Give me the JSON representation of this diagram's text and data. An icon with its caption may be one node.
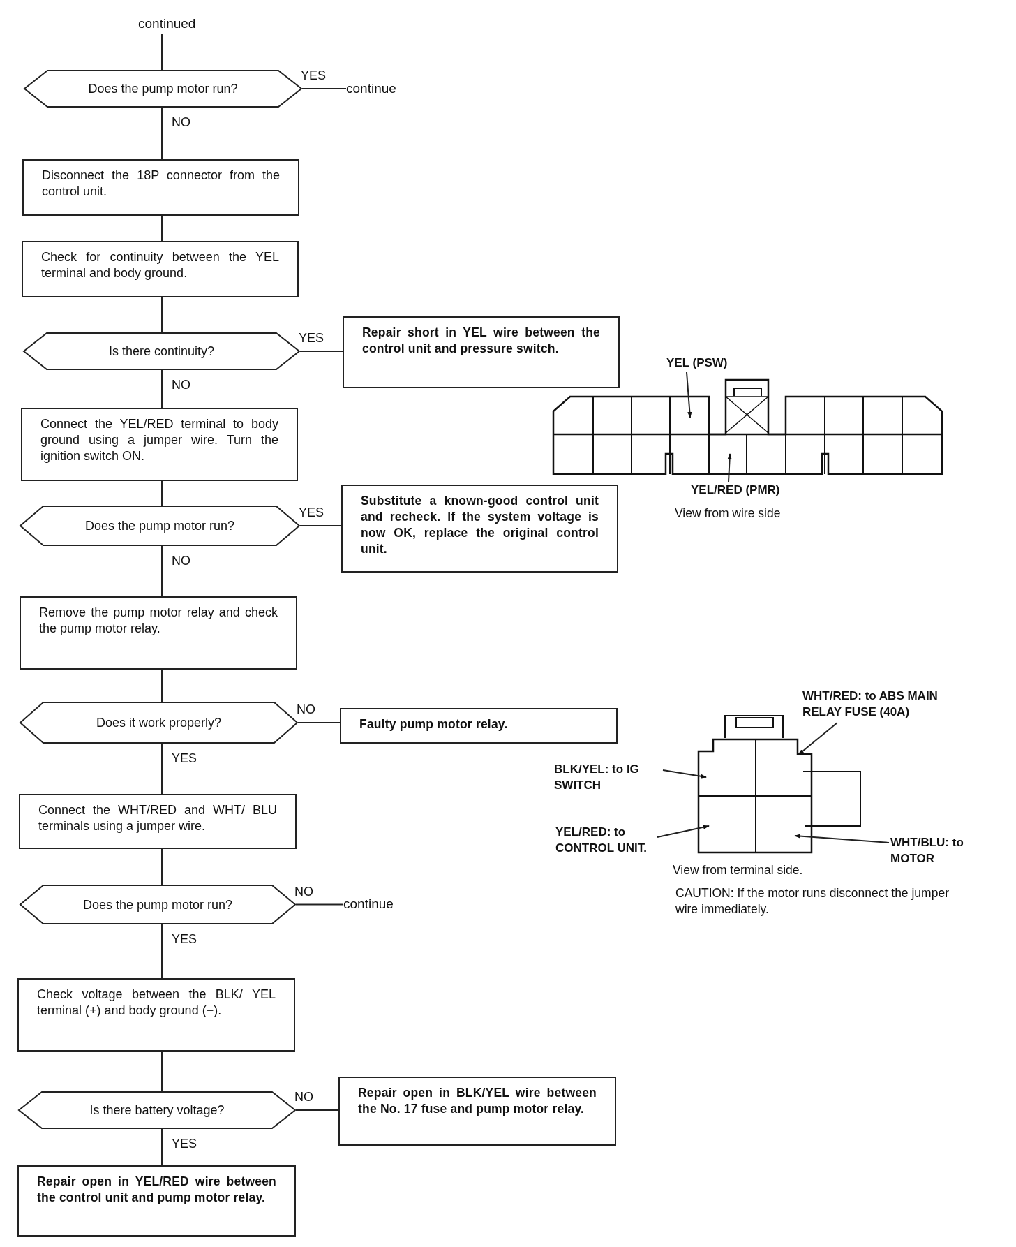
{
  "diagram": {
    "nodes": [
      {
        "text": [
          "continued"
        ]
      },
      {
        "text": [
          "Does the pump motor run?"
        ]
      },
      {
        "text": [
          "continue"
        ]
      },
      {
        "text": [
          "Disconnect the 18P connector from the control unit."
        ]
      },
      {
        "text": [
          "Check for continuity between the YEL terminal and body ground."
        ]
      },
      {
        "text": [
          "Is there continuity?"
        ]
      },
      {
        "text": [
          "Repair short in YEL wire between the control unit and pressure switch."
        ]
      },
      {
        "text": [
          "Connect the YEL/RED terminal to body ground using a jumper wire. Turn the ignition switch ON."
        ]
      },
      {
        "text": [
          "Does the pump motor run?"
        ]
      },
      {
        "text": [
          "Substitute a known-good control unit and recheck. If the system voltage is now OK, replace the original control unit."
        ]
      },
      {
        "text": [
          "Remove the pump motor relay and check the pump motor relay."
        ]
      },
      {
        "text": [
          "Does it work properly?"
        ]
      },
      {
        "text": [
          "Faulty pump motor relay."
        ]
      },
      {
        "text": [
          "Connect the WHT/RED and WHT/ BLU terminals using a jumper wire."
        ]
      },
      {
        "text": [
          "Does the pump motor run?"
        ]
      },
      {
        "text": [
          "continue"
        ]
      },
      {
        "text": [
          "Check voltage between the BLK/ YEL terminal (+) and body ground (−)."
        ]
      },
      {
        "text": [
          "Is there battery voltage?"
        ]
      },
      {
        "text": [
          "Repair open in BLK/YEL wire between the No. 17 fuse and pump motor relay."
        ]
      },
      {
        "text": [
          "Repair open in YEL/RED wire between the control unit and pump motor relay."
        ]
      },
      {
        "text": [
          "YEL (PSW)"
        ]
      },
      {
        "text": [
          "YEL/RED (PMR)"
        ]
      },
      {
        "text": [
          "WHT/RED: to ABS MAIN RELAY FUSE (40A)"
        ]
      },
      {
        "text": [
          "BLK/YEL: to IG SWITCH"
        ]
      },
      {
        "text": [
          "YEL/RED: to CONTROL UNIT."
        ]
      },
      {
        "text": [
          "WHT/BLU: to MOTOR"
        ]
      }
    ],
    "edges": [
      {
        "from": 0,
        "to": 1,
        "arrow": "none"
      },
      {
        "from": 1,
        "to": 2,
        "arrow": "none",
        "label": "YES"
      },
      {
        "from": 1,
        "to": 3,
        "arrow": "none",
        "label": "NO"
      },
      {
        "from": 3,
        "to": 4,
        "arrow": "none"
      },
      {
        "from": 4,
        "to": 5,
        "arrow": "none"
      },
      {
        "from": 5,
        "to": 6,
        "arrow": "none",
        "label": "YES"
      },
      {
        "from": 5,
        "to": 7,
        "arrow": "none",
        "label": "NO"
      },
      {
        "from": 7,
        "to": 8,
        "arrow": "none"
      },
      {
        "from": 8,
        "to": 9,
        "arrow": "none",
        "label": "YES"
      },
      {
        "from": 8,
        "to": 10,
        "arrow": "none",
        "label": "NO"
      },
      {
        "from": 10,
        "to": 11,
        "arrow": "none"
      },
      {
        "from": 11,
        "to": 12,
        "arrow": "none",
        "label": "NO"
      },
      {
        "from": 11,
        "to": 13,
        "arrow": "none",
        "label": "YES"
      },
      {
        "from": 13,
        "to": 14,
        "arrow": "none"
      },
      {
        "from": 14,
        "to": 15,
        "arrow": "none",
        "label": "NO"
      },
      {
        "from": 14,
        "to": 16,
        "arrow": "none",
        "label": "YES"
      },
      {
        "from": 16,
        "to": 17,
        "arrow": "none"
      },
      {
        "from": 17,
        "to": 18,
        "arrow": "none",
        "label": "NO"
      },
      {
        "from": 17,
        "to": 19,
        "arrow": "none",
        "label": "YES"
      },
      {
        "from": 20,
        "to": null,
        "arrow": "to"
      },
      {
        "from": 21,
        "to": null,
        "arrow": "to"
      },
      {
        "from": 22,
        "to": null,
        "arrow": "to"
      },
      {
        "from": 23,
        "to": null,
        "arrow": "to"
      },
      {
        "from": 24,
        "to": null,
        "arrow": "to"
      },
      {
        "from": 25,
        "to": null,
        "arrow": "to"
      }
    ],
    "labels": [
      "View from wire side",
      "View from terminal side.",
      "CAUTION: If the motor runs disconnect the jumper wire immediately."
    ]
  }
}
